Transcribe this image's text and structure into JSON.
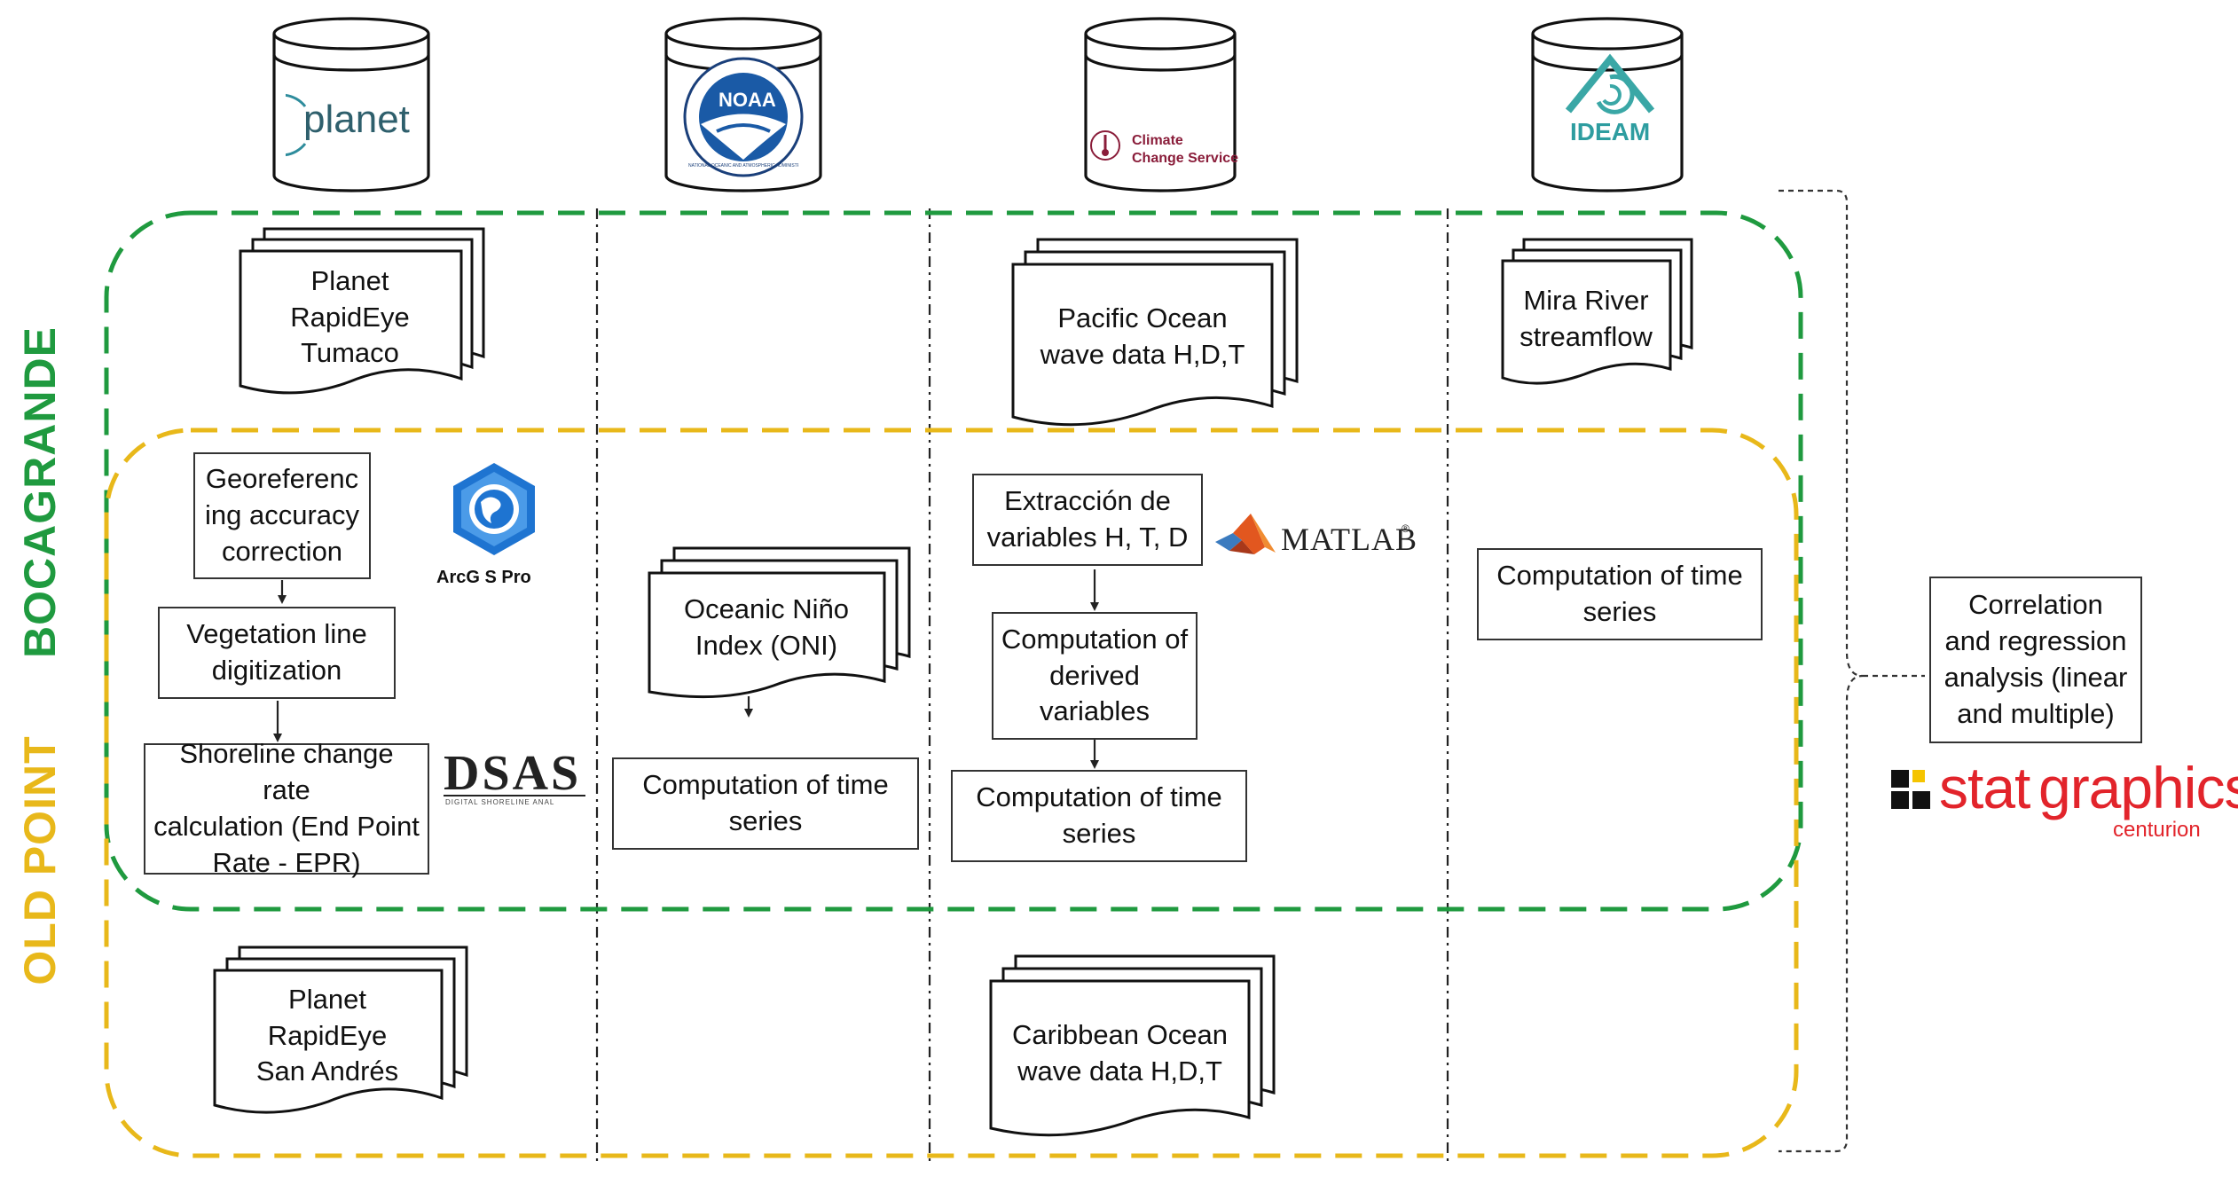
{
  "sources": {
    "planet": "planet",
    "noaa": "NOAA",
    "noaa_ring": "NATIONAL OCEANIC AND ATMOSPHERIC ADMINISTRATION · U.S. DEPARTMENT OF COMMERCE",
    "climate_line1": "Climate",
    "climate_line2": "Change Service",
    "ideam": "IDEAM"
  },
  "zones": {
    "bocagrande": "BOCAGRANDE",
    "old_point": "OLD POINT"
  },
  "datasets": {
    "planet_tumaco": [
      "Planet",
      "RapidEye",
      "Tumaco"
    ],
    "pacific_waves": [
      "Pacific Ocean",
      "wave data H,D,T"
    ],
    "mira_river": [
      "Mira River",
      "streamflow"
    ],
    "oni": [
      "Oceanic Niño",
      "Index (ONI)"
    ],
    "planet_san_andres": [
      "Planet",
      "RapidEye",
      "San Andrés"
    ],
    "caribbean_waves": [
      "Caribbean Ocean",
      "wave data H,D,T"
    ]
  },
  "steps": {
    "georeferencing": [
      "Georeferenc",
      "ing accuracy",
      "correction"
    ],
    "vegetation": [
      "Vegetation line",
      "digitization"
    ],
    "shoreline": [
      "Shoreline change rate",
      "calculation (End Point",
      "Rate - EPR)"
    ],
    "oni_series": [
      "Computation of time",
      "series"
    ],
    "extraccion": [
      "Extracción de",
      "variables H, T, D"
    ],
    "derived": [
      "Computation of",
      "derived",
      "variables"
    ],
    "wave_series": [
      "Computation of time",
      "series"
    ],
    "river_series": [
      "Computation of time",
      "series"
    ],
    "correlation": [
      "Correlation",
      "and regression",
      "analysis (linear",
      "and multiple)"
    ]
  },
  "tools": {
    "arcgis": "ArcG S Pro",
    "dsas": "DSAS",
    "dsas_sub": "DIGITAL SHORELINE ANAL",
    "matlab": "MATLAB",
    "matlab_mark": "®",
    "stat_light": "stat",
    "stat_bold": "graphics",
    "stat_sub": "centurion"
  },
  "colors": {
    "green": "#1f9a3f",
    "yellow": "#e8b81a",
    "noaa_blue": "#1a5aa6",
    "planet_teal": "#2e8c9c",
    "ideam_teal": "#3aa7a6",
    "climate_red": "#8a1d3a",
    "arcgis_blue": "#1e74d1",
    "matlab_orange": "#e2571f",
    "statgraphics_red": "#e2242b"
  }
}
